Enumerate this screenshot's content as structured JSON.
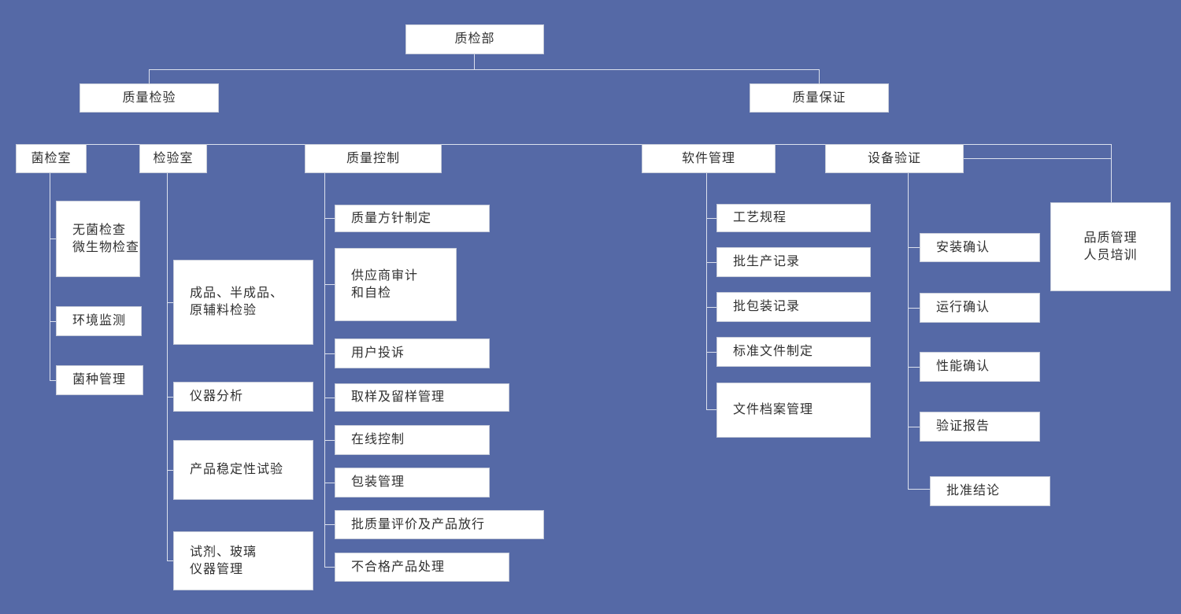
{
  "org": {
    "root": {
      "label": "质检部"
    },
    "quality_testing": {
      "label": "质量检验"
    },
    "quality_assurance": {
      "label": "质量保证"
    },
    "microbe_lab": {
      "label": "菌检室",
      "children": {
        "sterile": {
          "line1": "无菌检查",
          "line2": "微生物检查"
        },
        "env": {
          "label": "环境监测"
        },
        "strain": {
          "label": "菌种管理"
        }
      }
    },
    "testing_lab": {
      "label": "检验室",
      "children": {
        "product_testing": {
          "line1": "成品、半成品、",
          "line2": "原辅料检验"
        },
        "instrument": {
          "label": "仪器分析"
        },
        "stability": {
          "label": "产品稳定性试验"
        },
        "reagent": {
          "line1": "试剂、玻璃",
          "line2": "仪器管理"
        }
      }
    },
    "quality_control": {
      "label": "质量控制",
      "children": {
        "policy": {
          "label": "质量方针制定"
        },
        "supplier": {
          "line1": "供应商审计",
          "line2": "和自检"
        },
        "complaints": {
          "label": "用户投诉"
        },
        "sampling": {
          "label": "取样及留样管理"
        },
        "online": {
          "label": "在线控制"
        },
        "packaging": {
          "label": "包装管理"
        },
        "batch_release": {
          "label": "批质量评价及产品放行"
        },
        "nonconforming": {
          "label": "不合格产品处理"
        }
      }
    },
    "software_mgmt": {
      "label": "软件管理",
      "children": {
        "process": {
          "label": "工艺规程"
        },
        "batch_prod": {
          "label": "批生产记录"
        },
        "batch_pack": {
          "label": "批包装记录"
        },
        "standard_docs": {
          "label": "标准文件制定"
        },
        "archives": {
          "label": "文件档案管理"
        }
      }
    },
    "equipment_validation": {
      "label": "设备验证",
      "children": {
        "iq": {
          "label": "安装确认"
        },
        "oq": {
          "label": "运行确认"
        },
        "pq": {
          "label": "性能确认"
        },
        "report": {
          "label": "验证报告"
        },
        "approval": {
          "label": "批准结论"
        }
      }
    },
    "training": {
      "line1": "品质管理",
      "line2": "人员培训"
    }
  },
  "colors": {
    "background": "#5569a6",
    "box_fill": "#ffffff",
    "box_border": "#c7ccd9",
    "connector": "#dce1ee",
    "text": "#303030"
  }
}
